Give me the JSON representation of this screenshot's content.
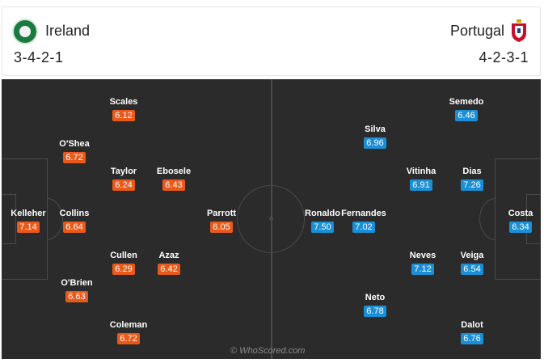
{
  "home": {
    "name": "Ireland",
    "formation": "3-4-2-1",
    "colors": {
      "rating_bg": "#e8591a"
    },
    "players": [
      {
        "name": "Kelleher",
        "rating": "7.14"
      },
      {
        "name": "O'Shea",
        "rating": "6.72"
      },
      {
        "name": "Collins",
        "rating": "6.64"
      },
      {
        "name": "O'Brien",
        "rating": "6.63"
      },
      {
        "name": "Scales",
        "rating": "6.12"
      },
      {
        "name": "Taylor",
        "rating": "6.24"
      },
      {
        "name": "Cullen",
        "rating": "6.29"
      },
      {
        "name": "Coleman",
        "rating": "6.72"
      },
      {
        "name": "Ebosele",
        "rating": "6.43"
      },
      {
        "name": "Azaz",
        "rating": "6.42"
      },
      {
        "name": "Parrott",
        "rating": "6.05"
      }
    ]
  },
  "away": {
    "name": "Portugal",
    "formation": "4-2-3-1",
    "colors": {
      "rating_bg": "#1b8fd6"
    },
    "players": [
      {
        "name": "Costa",
        "rating": "6.34"
      },
      {
        "name": "Semedo",
        "rating": "6.46"
      },
      {
        "name": "Dias",
        "rating": "7.26"
      },
      {
        "name": "Veiga",
        "rating": "6.54"
      },
      {
        "name": "Dalot",
        "rating": "6.76"
      },
      {
        "name": "Vitinha",
        "rating": "6.91"
      },
      {
        "name": "Neves",
        "rating": "7.12"
      },
      {
        "name": "Silva",
        "rating": "6.96"
      },
      {
        "name": "Fernandes",
        "rating": "7.02"
      },
      {
        "name": "Neto",
        "rating": "6.78"
      },
      {
        "name": "Ronaldo",
        "rating": "7.50"
      }
    ]
  },
  "watermark": "© WhoScored.com"
}
